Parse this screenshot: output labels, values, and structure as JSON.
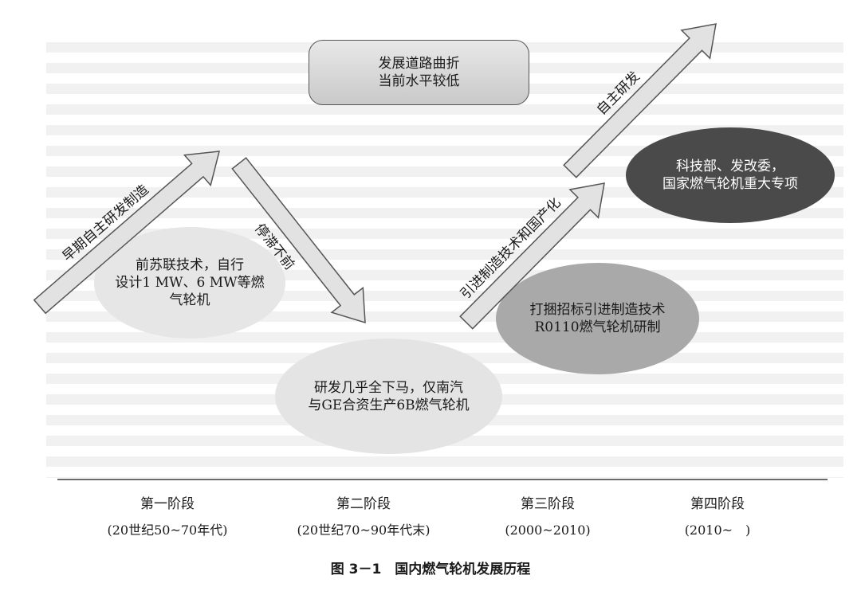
{
  "top_box": {
    "lines": "发展道路曲折\n当前水平较低"
  },
  "ellipses": [
    {
      "text": "前苏联技术，自行\n设计1 MW、6 MW等燃\n气轮机"
    },
    {
      "text": "研发几乎全下马，仅南汽\n与GE合资生产6B燃气轮机"
    },
    {
      "text": "打捆招标引进制造技术\nR0110燃气轮机研制"
    },
    {
      "text": "科技部、发改委，\n国家燃气轮机重大专项"
    }
  ],
  "arrows": [
    {
      "label": "早期自主研发制造"
    },
    {
      "label": "停滞不前"
    },
    {
      "label": "引进制造技术和国产化"
    },
    {
      "label": "自主研发"
    }
  ],
  "stages": [
    {
      "name": "第一阶段",
      "period": "(20世纪50~70年代)"
    },
    {
      "name": "第二阶段",
      "period": "(20世纪70~90年代末)"
    },
    {
      "name": "第三阶段",
      "period": "(2000~2010)"
    },
    {
      "name": "第四阶段",
      "period": "(2010~　)"
    }
  ],
  "caption": "图 3－1　国内燃气轮机发展历程",
  "colors": {
    "arrow_fill": "#e2e2e2",
    "arrow_stroke": "#555555",
    "ellipse_dark": "#4a4a4a",
    "ellipse_mid": "#a9a9a9",
    "ellipse_light": "#e5e5e5"
  }
}
